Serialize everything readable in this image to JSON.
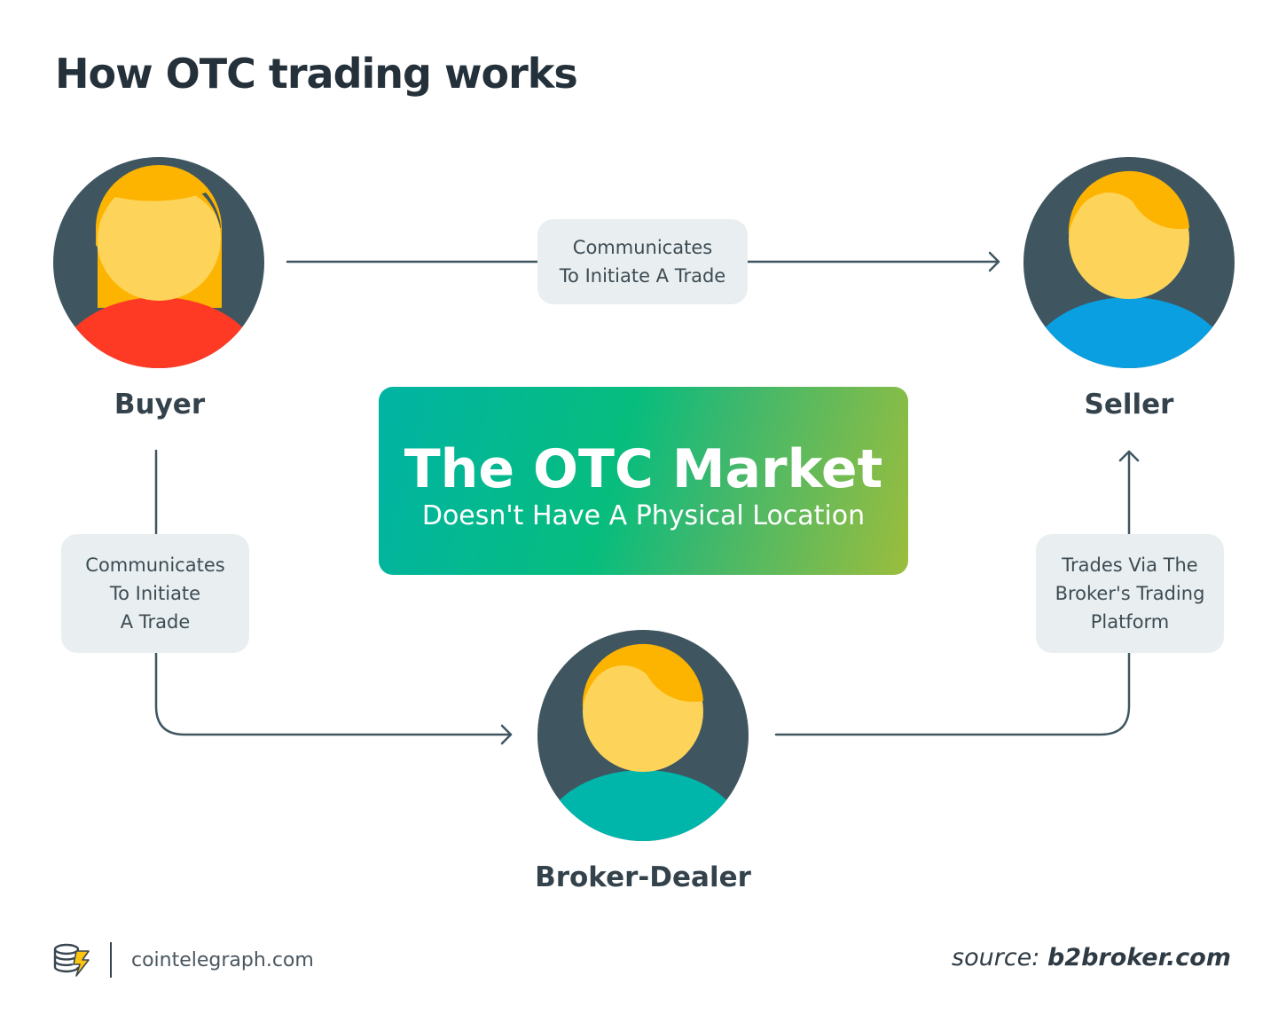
{
  "title": "How OTC trading works",
  "nodes": {
    "buyer": {
      "label": "Buyer"
    },
    "seller": {
      "label": "Seller"
    },
    "broker": {
      "label": "Broker-Dealer"
    }
  },
  "edges": {
    "buyer_to_seller": {
      "label": "Communicates\nTo Initiate A Trade"
    },
    "buyer_to_broker": {
      "label": "Communicates\nTo Initiate\nA Trade"
    },
    "broker_to_seller": {
      "label": "Trades Via The\nBroker's Trading\nPlatform"
    }
  },
  "center": {
    "title": "The OTC Market",
    "subtitle": "Doesn't Have A Physical Location"
  },
  "footer": {
    "brand": "cointelegraph.com",
    "source_prefix": "source: ",
    "source_site": "b2broker.com"
  },
  "icons": {
    "brand_logo": "cointelegraph-logo-icon",
    "avatar": "person-avatar-icon"
  },
  "colors": {
    "avatar_bg": "#3f5661",
    "face": "#fdd459",
    "hair": "#fdb400",
    "buyer_body": "#ff3a24",
    "seller_body": "#0a9fe0",
    "broker_body": "#00b6aa",
    "note_bg": "#e9eff0",
    "arrow": "#3f5661"
  }
}
